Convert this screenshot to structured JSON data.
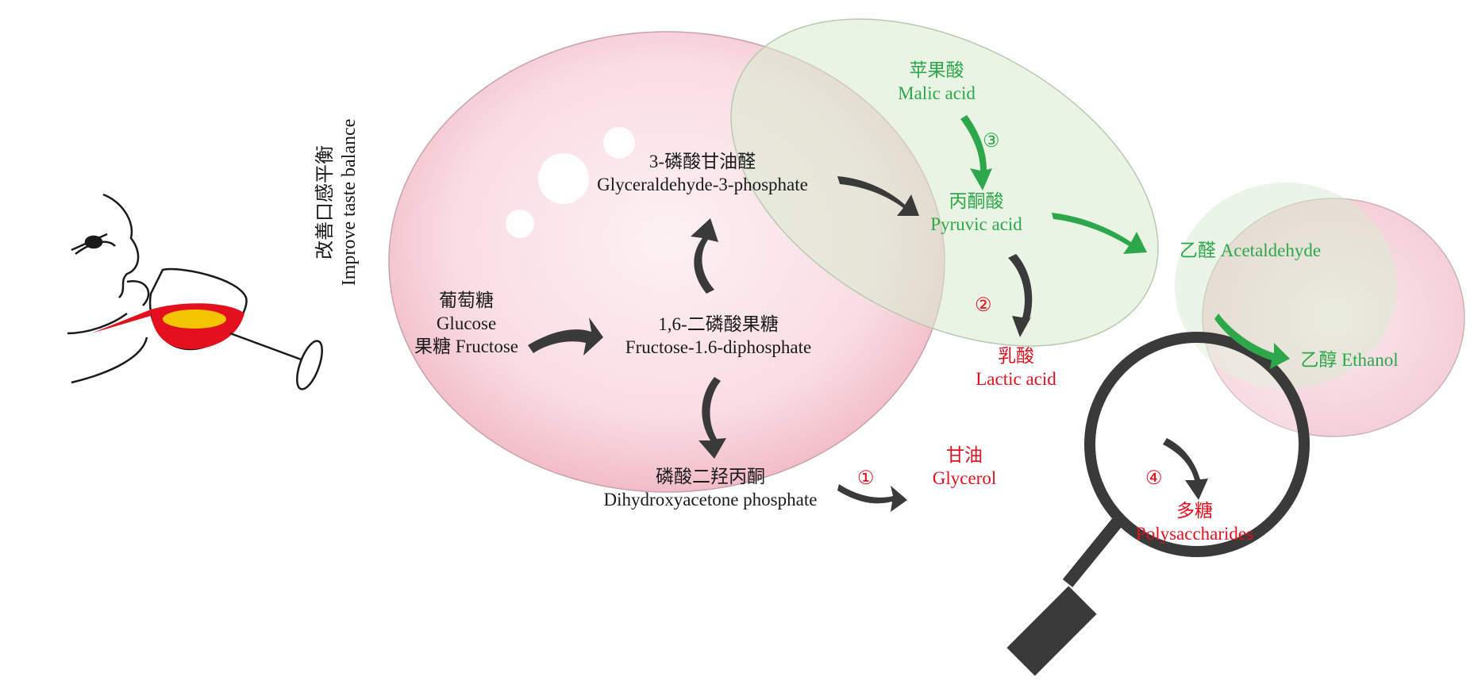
{
  "side_caption": {
    "zh": "改善口感平衡",
    "en": "Improve taste balance"
  },
  "nodes": {
    "glyceraldehyde": {
      "zh": "3-磷酸甘油醛",
      "en": "Glyceraldehyde-3-phosphate"
    },
    "glucose": {
      "zh": "葡萄糖",
      "en": "Glucose",
      "extra": "果糖 Fructose"
    },
    "fructose_diphosphate": {
      "zh": "1,6-二磷酸果糖",
      "en": "Fructose-1.6-diphosphate"
    },
    "dihydroxyacetone": {
      "zh": "磷酸二羟丙酮",
      "en": "Dihydroxyacetone phosphate"
    },
    "malic": {
      "zh": "苹果酸",
      "en": "Malic acid"
    },
    "pyruvic": {
      "zh": "丙酮酸",
      "en": "Pyruvic acid"
    },
    "acetaldehyde": {
      "text": "乙醛 Acetaldehyde"
    },
    "ethanol": {
      "text": "乙醇 Ethanol"
    },
    "lactic": {
      "zh": "乳酸",
      "en": "Lactic acid"
    },
    "glycerol": {
      "zh": "甘油",
      "en": "Glycerol"
    },
    "polysaccharides": {
      "zh": "多糖",
      "en": "Polysaccharides"
    }
  },
  "pathway_numbers": {
    "one": "①",
    "two": "②",
    "three": "③",
    "four": "④"
  },
  "colors": {
    "red": "#e4101e",
    "green": "#2ca84a",
    "black": "#1a1a1a",
    "arrow": "#3a3a3a",
    "pink": "#f6cdd6",
    "light_green": "#d9ecd2"
  },
  "icons": [
    "wine-drinker-icon",
    "wine-glass-icon",
    "magnifying-glass-icon"
  ]
}
